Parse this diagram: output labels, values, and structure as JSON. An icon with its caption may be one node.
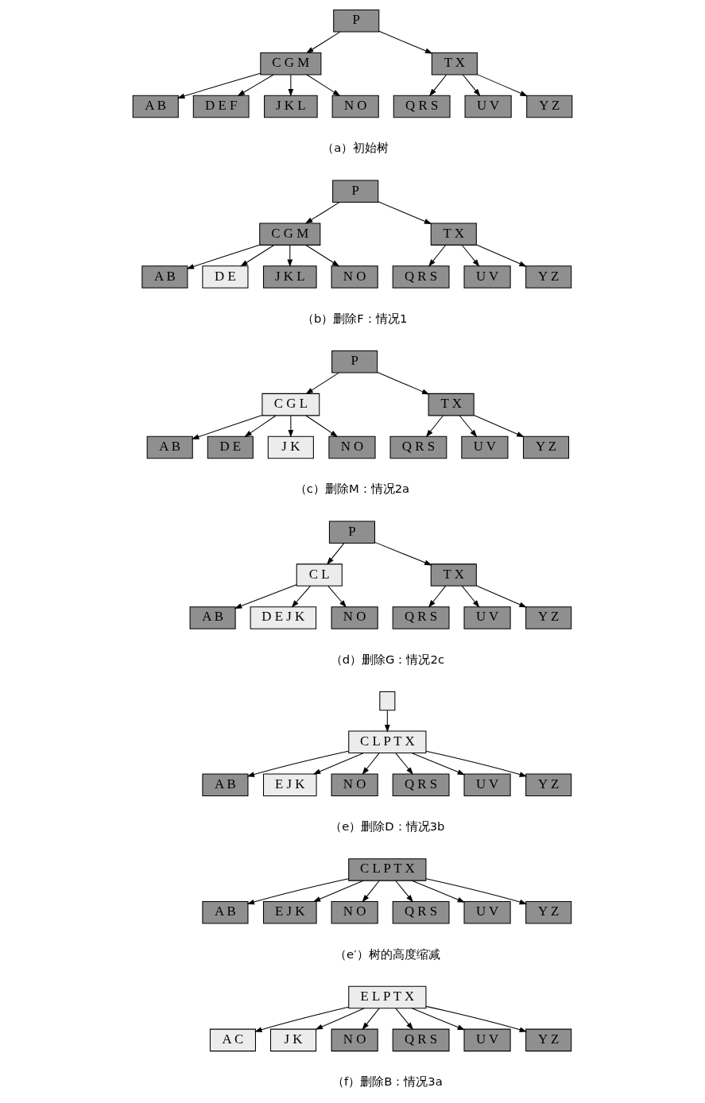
{
  "diagram": {
    "nodes": [
      {
        "text": [
          "P"
        ]
      },
      {
        "text": [
          "C G M"
        ]
      },
      {
        "text": [
          "T X"
        ]
      },
      {
        "text": [
          "A B"
        ]
      },
      {
        "text": [
          "D E F"
        ]
      },
      {
        "text": [
          "J K L"
        ]
      },
      {
        "text": [
          "N O"
        ]
      },
      {
        "text": [
          "Q R S"
        ]
      },
      {
        "text": [
          "U V"
        ]
      },
      {
        "text": [
          "Y Z"
        ]
      },
      {
        "text": [
          "P"
        ]
      },
      {
        "text": [
          "C G M"
        ]
      },
      {
        "text": [
          "T X"
        ]
      },
      {
        "text": [
          "A B"
        ]
      },
      {
        "text": [
          "D E"
        ]
      },
      {
        "text": [
          "J K L"
        ]
      },
      {
        "text": [
          "N O"
        ]
      },
      {
        "text": [
          "Q R S"
        ]
      },
      {
        "text": [
          "U V"
        ]
      },
      {
        "text": [
          "Y Z"
        ]
      },
      {
        "text": [
          "P"
        ]
      },
      {
        "text": [
          "C G L"
        ]
      },
      {
        "text": [
          "T X"
        ]
      },
      {
        "text": [
          "A B"
        ]
      },
      {
        "text": [
          "D E"
        ]
      },
      {
        "text": [
          "J K"
        ]
      },
      {
        "text": [
          "N O"
        ]
      },
      {
        "text": [
          "Q R S"
        ]
      },
      {
        "text": [
          "U V"
        ]
      },
      {
        "text": [
          "Y Z"
        ]
      },
      {
        "text": [
          "P"
        ]
      },
      {
        "text": [
          "C L"
        ]
      },
      {
        "text": [
          "T X"
        ]
      },
      {
        "text": [
          "A B"
        ]
      },
      {
        "text": [
          "D E J K"
        ]
      },
      {
        "text": [
          "N O"
        ]
      },
      {
        "text": [
          "Q R S"
        ]
      },
      {
        "text": [
          "U V"
        ]
      },
      {
        "text": [
          "Y Z"
        ]
      },
      {
        "text": [],
        "shape": "box"
      },
      {
        "text": [
          "C L P T X"
        ]
      },
      {
        "text": [
          "A B"
        ]
      },
      {
        "text": [
          "E J K"
        ]
      },
      {
        "text": [
          "N O"
        ]
      },
      {
        "text": [
          "Q R S"
        ]
      },
      {
        "text": [
          "U V"
        ]
      },
      {
        "text": [
          "Y Z"
        ]
      },
      {
        "text": [
          "C L P T X"
        ]
      },
      {
        "text": [
          "A B"
        ]
      },
      {
        "text": [
          "E J K"
        ]
      },
      {
        "text": [
          "N O"
        ]
      },
      {
        "text": [
          "Q R S"
        ]
      },
      {
        "text": [
          "U V"
        ]
      },
      {
        "text": [
          "Y Z"
        ]
      },
      {
        "text": [
          "E L P T X"
        ]
      },
      {
        "text": [
          "A C"
        ]
      },
      {
        "text": [
          "J K"
        ]
      },
      {
        "text": [
          "N O"
        ]
      },
      {
        "text": [
          "Q R S"
        ]
      },
      {
        "text": [
          "U V"
        ]
      },
      {
        "text": [
          "Y Z"
        ]
      }
    ],
    "edges": [
      {
        "from": 0,
        "to": 1,
        "arrow": "to"
      },
      {
        "from": 0,
        "to": 2,
        "arrow": "to"
      },
      {
        "from": 1,
        "to": 3,
        "arrow": "to"
      },
      {
        "from": 1,
        "to": 4,
        "arrow": "to"
      },
      {
        "from": 1,
        "to": 5,
        "arrow": "to"
      },
      {
        "from": 1,
        "to": 6,
        "arrow": "to"
      },
      {
        "from": 2,
        "to": 7,
        "arrow": "to"
      },
      {
        "from": 2,
        "to": 8,
        "arrow": "to"
      },
      {
        "from": 2,
        "to": 9,
        "arrow": "to"
      },
      {
        "from": 10,
        "to": 11,
        "arrow": "to"
      },
      {
        "from": 10,
        "to": 12,
        "arrow": "to"
      },
      {
        "from": 11,
        "to": 13,
        "arrow": "to"
      },
      {
        "from": 11,
        "to": 14,
        "arrow": "to"
      },
      {
        "from": 11,
        "to": 15,
        "arrow": "to"
      },
      {
        "from": 11,
        "to": 16,
        "arrow": "to"
      },
      {
        "from": 12,
        "to": 17,
        "arrow": "to"
      },
      {
        "from": 12,
        "to": 18,
        "arrow": "to"
      },
      {
        "from": 12,
        "to": 19,
        "arrow": "to"
      },
      {
        "from": 20,
        "to": 21,
        "arrow": "to"
      },
      {
        "from": 20,
        "to": 22,
        "arrow": "to"
      },
      {
        "from": 21,
        "to": 23,
        "arrow": "to"
      },
      {
        "from": 21,
        "to": 24,
        "arrow": "to"
      },
      {
        "from": 21,
        "to": 25,
        "arrow": "to"
      },
      {
        "from": 21,
        "to": 26,
        "arrow": "to"
      },
      {
        "from": 22,
        "to": 27,
        "arrow": "to"
      },
      {
        "from": 22,
        "to": 28,
        "arrow": "to"
      },
      {
        "from": 22,
        "to": 29,
        "arrow": "to"
      },
      {
        "from": 30,
        "to": 31,
        "arrow": "to"
      },
      {
        "from": 30,
        "to": 32,
        "arrow": "to"
      },
      {
        "from": 31,
        "to": 33,
        "arrow": "to"
      },
      {
        "from": 31,
        "to": 34,
        "arrow": "to"
      },
      {
        "from": 31,
        "to": 35,
        "arrow": "to"
      },
      {
        "from": 32,
        "to": 36,
        "arrow": "to"
      },
      {
        "from": 32,
        "to": 37,
        "arrow": "to"
      },
      {
        "from": 32,
        "to": 38,
        "arrow": "to"
      },
      {
        "from": 39,
        "to": 40,
        "arrow": "to"
      },
      {
        "from": 40,
        "to": 41,
        "arrow": "to"
      },
      {
        "from": 40,
        "to": 42,
        "arrow": "to"
      },
      {
        "from": 40,
        "to": 43,
        "arrow": "to"
      },
      {
        "from": 40,
        "to": 44,
        "arrow": "to"
      },
      {
        "from": 40,
        "to": 45,
        "arrow": "to"
      },
      {
        "from": 40,
        "to": 46,
        "arrow": "to"
      },
      {
        "from": 47,
        "to": 48,
        "arrow": "to"
      },
      {
        "from": 47,
        "to": 49,
        "arrow": "to"
      },
      {
        "from": 47,
        "to": 50,
        "arrow": "to"
      },
      {
        "from": 47,
        "to": 51,
        "arrow": "to"
      },
      {
        "from": 47,
        "to": 52,
        "arrow": "to"
      },
      {
        "from": 47,
        "to": 53,
        "arrow": "to"
      },
      {
        "from": 54,
        "to": 55,
        "arrow": "to"
      },
      {
        "from": 54,
        "to": 56,
        "arrow": "to"
      },
      {
        "from": 54,
        "to": 57,
        "arrow": "to"
      },
      {
        "from": 54,
        "to": 58,
        "arrow": "to"
      },
      {
        "from": 54,
        "to": 59,
        "arrow": "to"
      },
      {
        "from": 54,
        "to": 60,
        "arrow": "to"
      }
    ],
    "labels": [
      "（a）初始树",
      "（b）删除F：情况1",
      "（c）删除M：情况2a",
      "（d）删除G：情况2c",
      "（e）删除D：情况3b",
      "（e′）树的高度缩减",
      "（f）删除B：情况3a"
    ]
  }
}
